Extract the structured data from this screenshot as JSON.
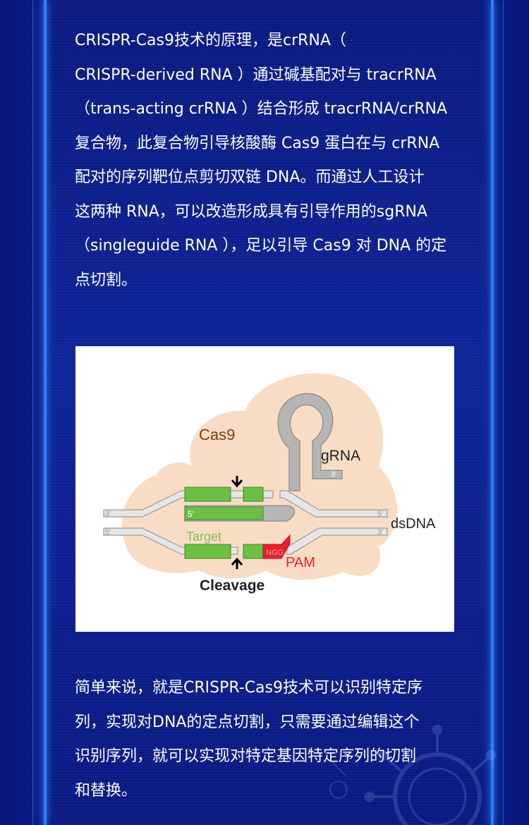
{
  "paragraphs": {
    "intro": "CRISPR-Cas9技术的原理，是crRNA（\nCRISPR-derived RNA ）通过碱基配对与 tracrRNA\n（trans-acting crRNA ）结合形成 tracrRNA/crRNA\n复合物，此复合物引导核酸酶 Cas9 蛋白在与 crRNA\n配对的序列靶位点剪切双链 DNA。而通过人工设计\n这两种 RNA，可以改造形成具有引导作用的sgRNA\n（singleguide RNA ），足以引导 Cas9 对 DNA 的定\n点切割。",
    "summary": "简单来说，就是CRISPR-Cas9技术可以识别特定序\n列，实现对DNA的定点切割，只需要通过编辑这个\n识别序列，就可以实现对特定基因特定序列的切割\n和替换。"
  },
  "diagram": {
    "cas9_label": "Cas9",
    "grna_label": "gRNA",
    "dsdna_label": "dsDNA",
    "target_label": "Target",
    "pam_label": "PAM",
    "ngg_label": "NGG",
    "cleavage_label": "Cleavage",
    "end_3_top_left": "3'",
    "end_5_bottom_left": "5'",
    "end_5_top_right": "5'",
    "end_3_bottom_right": "3'",
    "end_5_grna": "5'",
    "end_3_grna": "3'",
    "colors": {
      "cas9_body": "#f9dcc4",
      "cas9_text": "#7a3e16",
      "dna_strand": "#e6e6e6",
      "grna": "#b5b5b5",
      "target": "#6bbf45",
      "pam": "#e8202a"
    }
  }
}
